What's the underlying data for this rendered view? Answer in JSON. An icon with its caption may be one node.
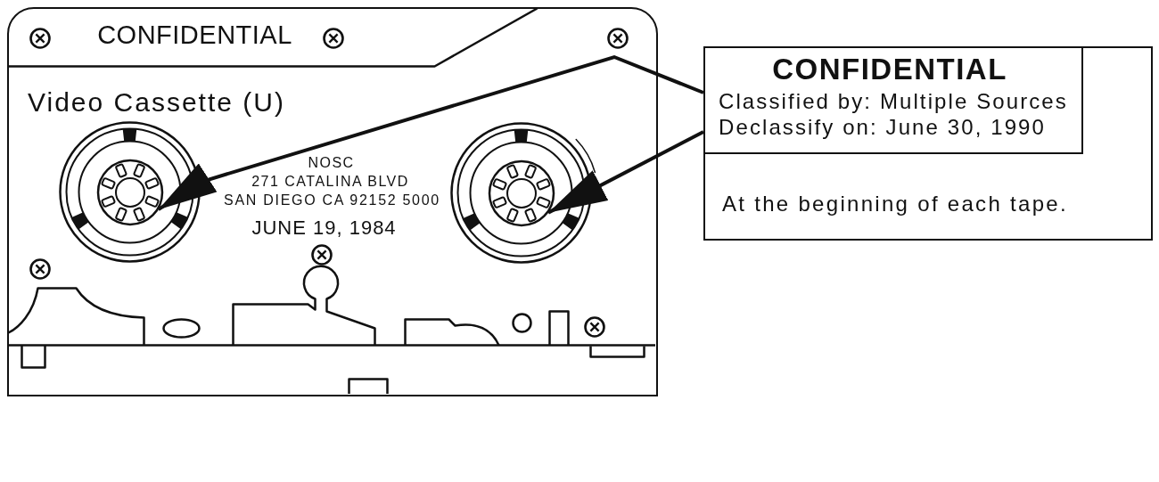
{
  "diagram": {
    "nodes": [
      {
        "text": [
          "CONFIDENTIAL",
          "Video Cassette (U)",
          "NOSC",
          "271 CATALINA BLVD",
          "SAN DIEGO CA 92152 5000",
          "JUNE 19, 1984"
        ]
      },
      {
        "text": [],
        "shape": "circle",
        "in": 0
      },
      {
        "text": [],
        "shape": "circle",
        "in": 0
      },
      {
        "text": [
          "At the beginning of each tape."
        ]
      },
      {
        "text": [
          "CONFIDENTIAL",
          "Classified by: Multiple Sources",
          "Declassify on: June 30, 1990"
        ],
        "in": 3
      }
    ],
    "edges": [
      {
        "from": 4,
        "to": 1,
        "arrow": "to"
      },
      {
        "from": 4,
        "to": 2,
        "arrow": "to"
      }
    ]
  }
}
